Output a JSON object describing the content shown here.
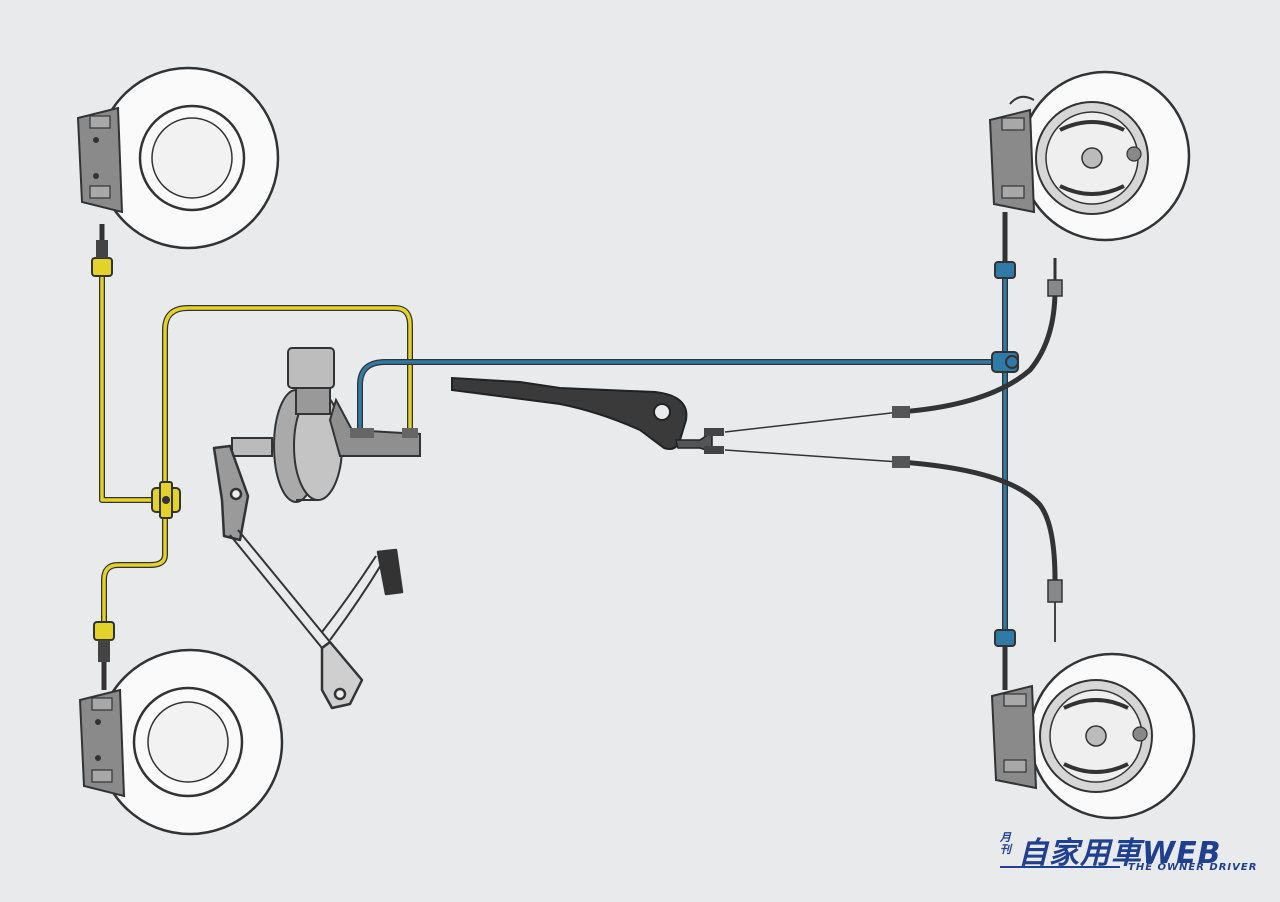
{
  "colors": {
    "background": "#e9eaec",
    "front_brake_line": "#e3d22a",
    "rear_brake_line": "#2f7aa6",
    "outline": "#333333",
    "caliper": "#8a8a8a",
    "logo": "#1f3f8f"
  },
  "components": {
    "wheels": [
      "front-left",
      "rear-left",
      "front-right",
      "rear-right"
    ],
    "icons": [
      "disc-rotor-icon",
      "brake-caliper-icon",
      "master-cylinder-icon",
      "brake-booster-icon",
      "brake-pedal-icon",
      "handbrake-lever-icon",
      "drum-brake-icon",
      "t-junction-icon"
    ]
  },
  "logo": {
    "kanji_small": "月刊",
    "main": "自家用車WEB",
    "sub": "THE OWNER DRIVER"
  }
}
